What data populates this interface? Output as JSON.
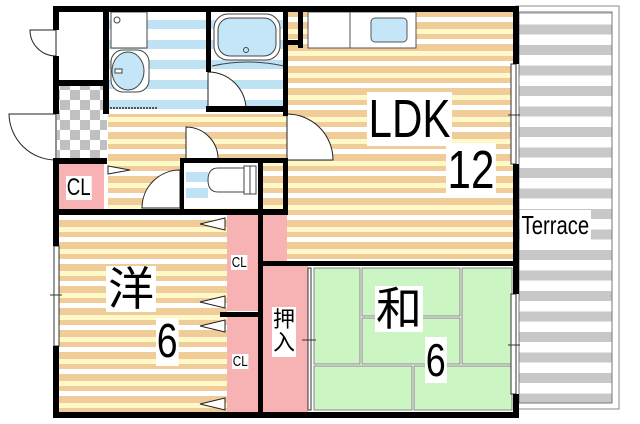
{
  "floor_plan": {
    "rooms": {
      "ldk": {
        "label": "LDK",
        "size": "12"
      },
      "western": {
        "label": "洋",
        "size": "6"
      },
      "japanese": {
        "label": "和",
        "size": "6"
      },
      "terrace": {
        "label": "Terrace"
      },
      "entry_closet": {
        "label": "CL"
      },
      "closet_upper": {
        "label": "CL"
      },
      "closet_lower": {
        "label": "CL"
      },
      "oshiire": {
        "label": "押入"
      }
    },
    "colors": {
      "wall": "#000000",
      "wood_stripe_a": "#f0cc99",
      "wood_stripe_b": "#fff8c8",
      "wet_stripe": "#bfe3f5",
      "fixture": "#c4e6f8",
      "terrace_stripe": "#c8c8c8",
      "tatami": "#ccf5c4",
      "closet": "#f7b3b3",
      "entry_tile": "#c0c0c0"
    }
  }
}
